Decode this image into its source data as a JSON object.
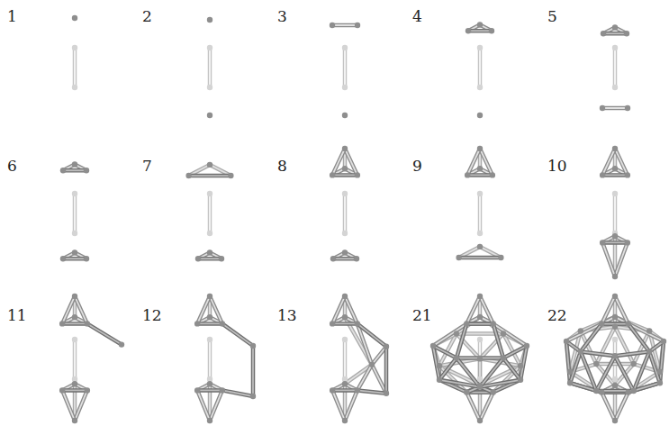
{
  "diagram": {
    "labels": [
      "1",
      "2",
      "3",
      "4",
      "5",
      "6",
      "7",
      "8",
      "9",
      "10",
      "11",
      "12",
      "13",
      "21",
      "22"
    ]
  }
}
